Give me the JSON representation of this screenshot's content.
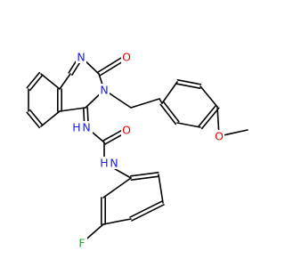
{
  "molecule": {
    "atom_labels": {
      "n1": "N",
      "o_carbonyl_ring": "O",
      "n3": "N",
      "nh_a": "N",
      "h_a": "H",
      "o_urea": "O",
      "nh_b": "N",
      "h_b": "H",
      "o_methoxy": "O",
      "f": "F"
    },
    "colors": {
      "N": "#1d1de6",
      "O": "#e60000",
      "F": "#2f9a38",
      "H": "#1d1de6",
      "bond": "#000000"
    }
  }
}
